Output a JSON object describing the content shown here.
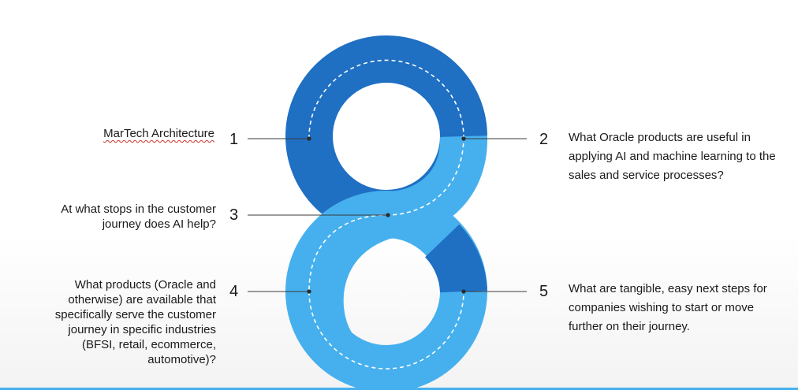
{
  "colors": {
    "dark_blue": "#1f6fc3",
    "light_blue": "#46b0ee",
    "line": "#3a3a3a",
    "text": "#1a1a1a"
  },
  "steps": [
    {
      "number": "1",
      "text": "MarTech Architecture"
    },
    {
      "number": "2",
      "text": "What Oracle products are useful in applying AI and machine learning to the sales and service processes?"
    },
    {
      "number": "3",
      "text": "At what stops in the customer journey does AI help?"
    },
    {
      "number": "4",
      "text": "What products (Oracle and otherwise) are available that specifically serve the customer journey in specific industries (BFSI, retail, ecommerce, automotive)?"
    },
    {
      "number": "5",
      "text": "What are tangible, easy next steps for companies wishing to start or move further on their journey."
    }
  ]
}
